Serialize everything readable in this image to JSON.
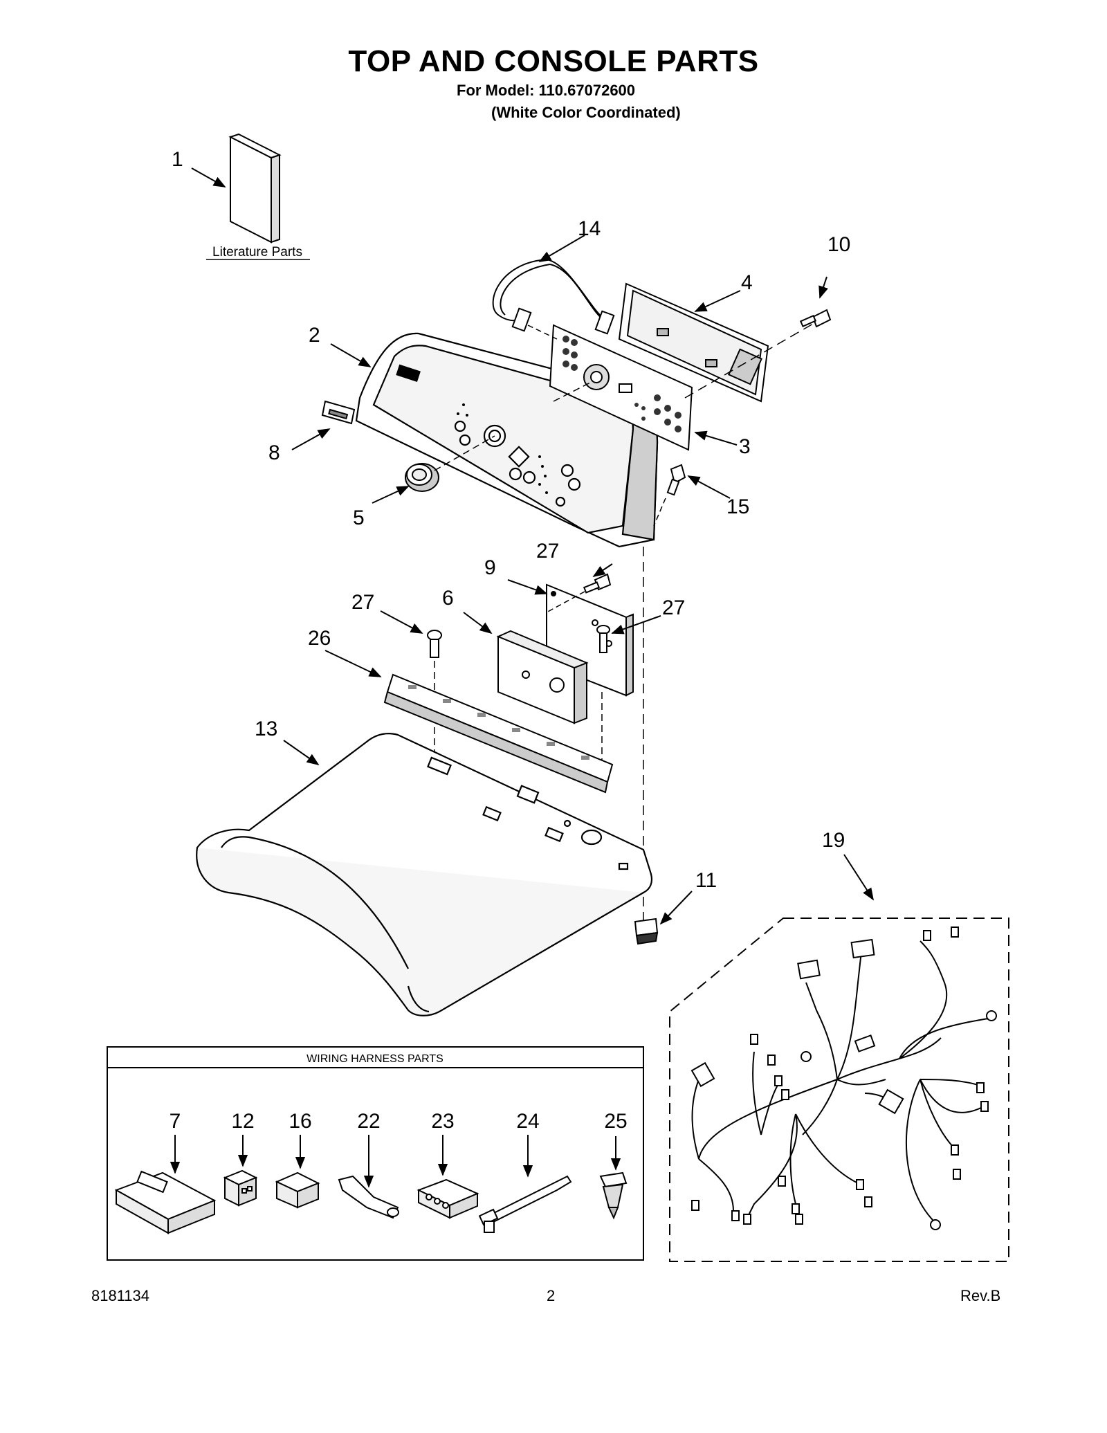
{
  "header": {
    "title": "TOP AND CONSOLE PARTS",
    "model_line": "For Model: 110.67072600",
    "color_line": "(White Color Coordinated)"
  },
  "literature_label": "Literature Parts",
  "callouts": {
    "c1": "1",
    "c2": "2",
    "c3": "3",
    "c4": "4",
    "c5": "5",
    "c6": "6",
    "c8": "8",
    "c9": "9",
    "c10": "10",
    "c11": "11",
    "c13": "13",
    "c14": "14",
    "c15": "15",
    "c19": "19",
    "c26": "26",
    "c27a": "27",
    "c27b": "27",
    "c27c": "27"
  },
  "wiring_box": {
    "title": "WIRING HARNESS PARTS",
    "items": [
      "7",
      "12",
      "16",
      "22",
      "23",
      "24",
      "25"
    ]
  },
  "footer": {
    "doc_number": "8181134",
    "page_number": "2",
    "revision": "Rev.B"
  }
}
